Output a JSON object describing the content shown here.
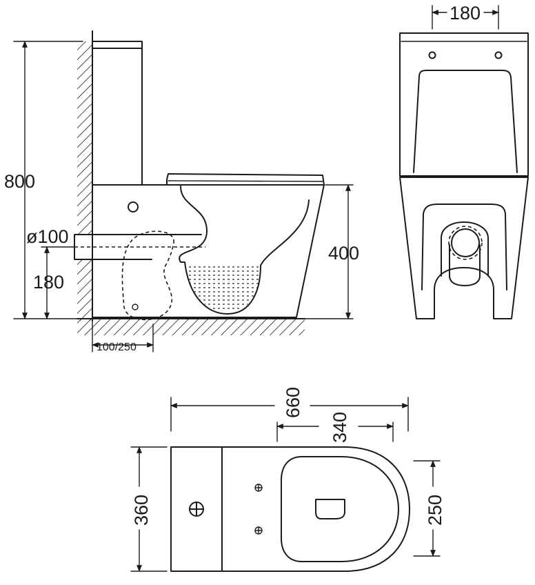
{
  "dimensions": {
    "total_height": "800",
    "outlet_diameter": "ø100",
    "outlet_height": "180",
    "roughin": "100/250",
    "seat_height": "400",
    "tank_width": "180",
    "total_length": "660",
    "bowl_length": "340",
    "total_width": "360",
    "bowl_width": "250"
  }
}
